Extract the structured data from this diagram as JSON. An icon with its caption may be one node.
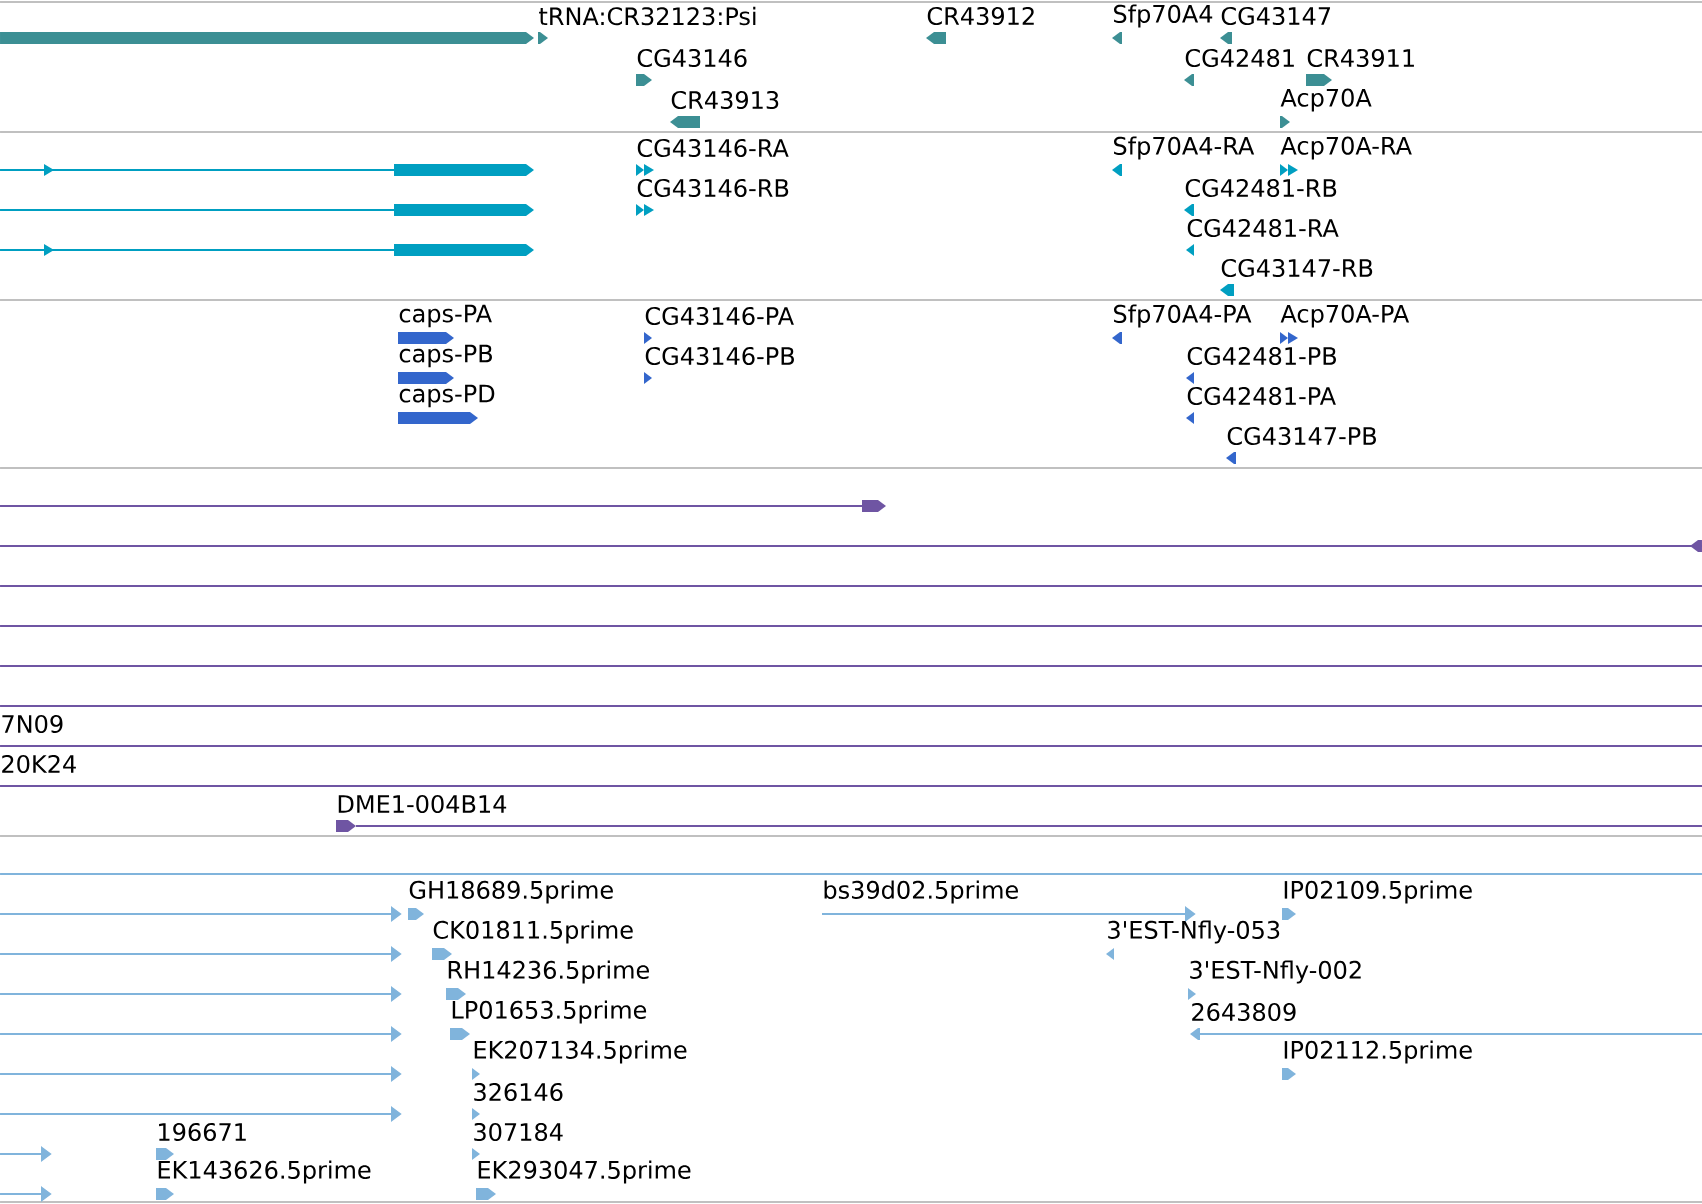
{
  "diagram": {
    "labels": [
      "tRNA:CR32123:Psi",
      "CR43912",
      "Sfp70A4",
      "CG43147",
      "CG43146",
      "CG42481",
      "CR43911",
      "CR43913",
      "Acp70A",
      "CG43146-RA",
      "Sfp70A4-RA",
      "Acp70A-RA",
      "CG43146-RB",
      "CG42481-RB",
      "CG42481-RA",
      "CG43147-RB",
      "caps-PA",
      "CG43146-PA",
      "Sfp70A4-PA",
      "Acp70A-PA",
      "caps-PB",
      "CG43146-PB",
      "CG42481-PB",
      "caps-PD",
      "CG42481-PA",
      "CG43147-PB",
      "7N09",
      "20K24",
      "DME1-004B14",
      "GH18689.5prime",
      "bs39d02.5prime",
      "IP02109.5prime",
      "CK01811.5prime",
      "3'EST-Nfly-053",
      "RH14236.5prime",
      "3'EST-Nfly-002",
      "LP01653.5prime",
      "2643809",
      "EK207134.5prime",
      "IP02112.5prime",
      "326146",
      "196671",
      "307184",
      "EK143626.5prime",
      "EK293047.5prime"
    ]
  }
}
